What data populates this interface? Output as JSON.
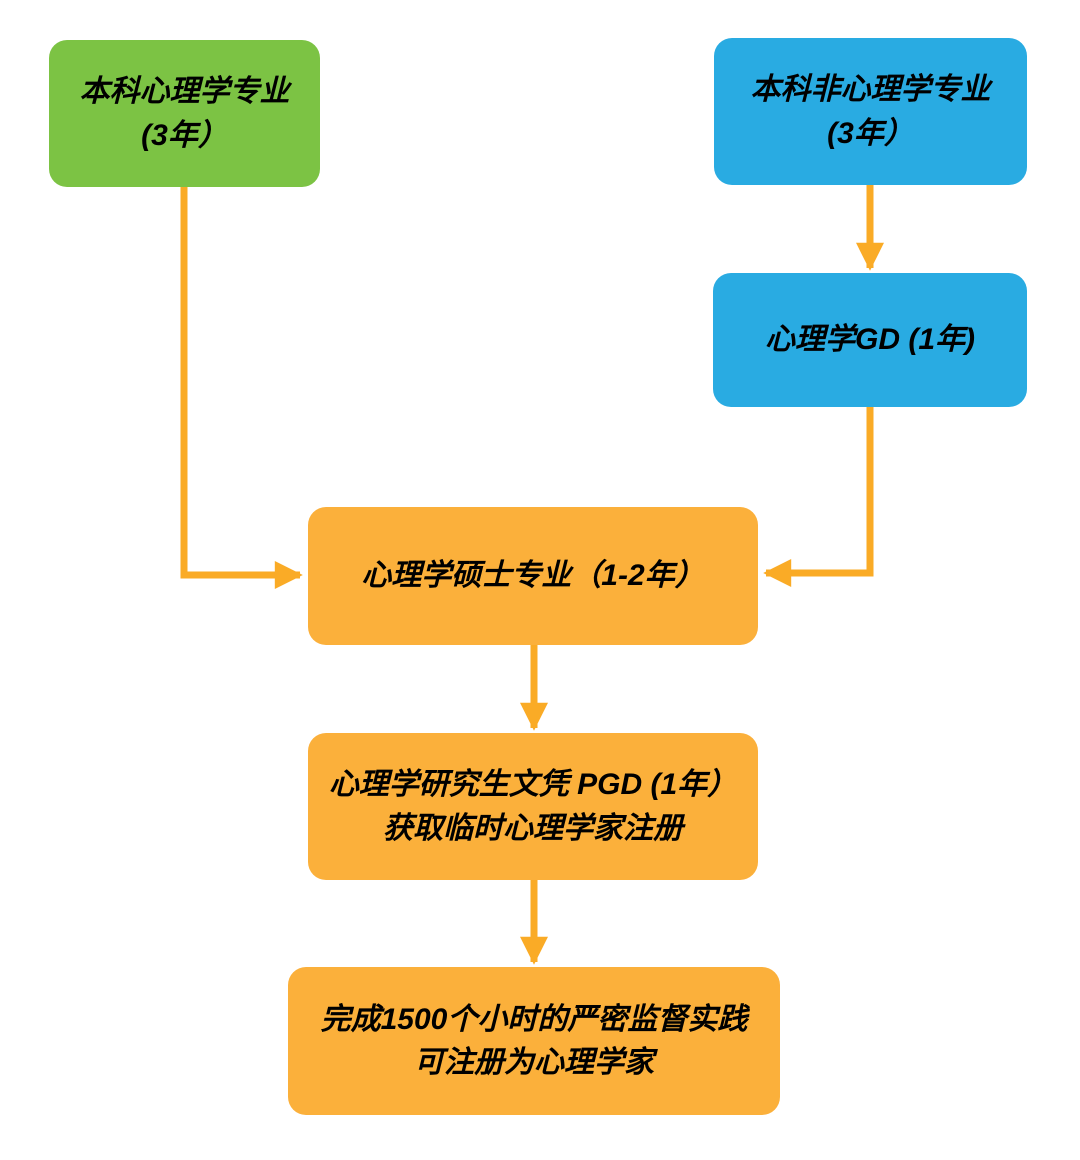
{
  "diagram": {
    "type": "flowchart",
    "background": "#ffffff",
    "colors": {
      "node_green": "#7cc344",
      "node_blue": "#29abe2",
      "node_orange": "#fbb03b",
      "arrow": "#faab26",
      "text": "#000000"
    },
    "nodes": [
      {
        "id": "bachelor-psychology",
        "color": "green",
        "lines": [
          "本科心理学专业",
          "(3年）"
        ]
      },
      {
        "id": "bachelor-non-psychology",
        "color": "blue",
        "lines": [
          "本科非心理学专业",
          "(3年）"
        ]
      },
      {
        "id": "psychology-gd",
        "color": "blue",
        "lines": [
          "心理学GD (1年)"
        ]
      },
      {
        "id": "psychology-master",
        "color": "orange",
        "lines": [
          "心理学硕士专业（1-2年）"
        ]
      },
      {
        "id": "psychology-pgd",
        "color": "orange",
        "lines": [
          "心理学研究生文凭 PGD (1年）",
          "获取临时心理学家注册"
        ]
      },
      {
        "id": "registered-psychologist",
        "color": "orange",
        "lines": [
          "完成1500个小时的严密监督实践",
          "可注册为心理学家"
        ]
      }
    ],
    "edges": [
      {
        "from": "bachelor-psychology",
        "to": "psychology-master"
      },
      {
        "from": "bachelor-non-psychology",
        "to": "psychology-gd"
      },
      {
        "from": "psychology-gd",
        "to": "psychology-master"
      },
      {
        "from": "psychology-master",
        "to": "psychology-pgd"
      },
      {
        "from": "psychology-pgd",
        "to": "registered-psychologist"
      }
    ]
  }
}
